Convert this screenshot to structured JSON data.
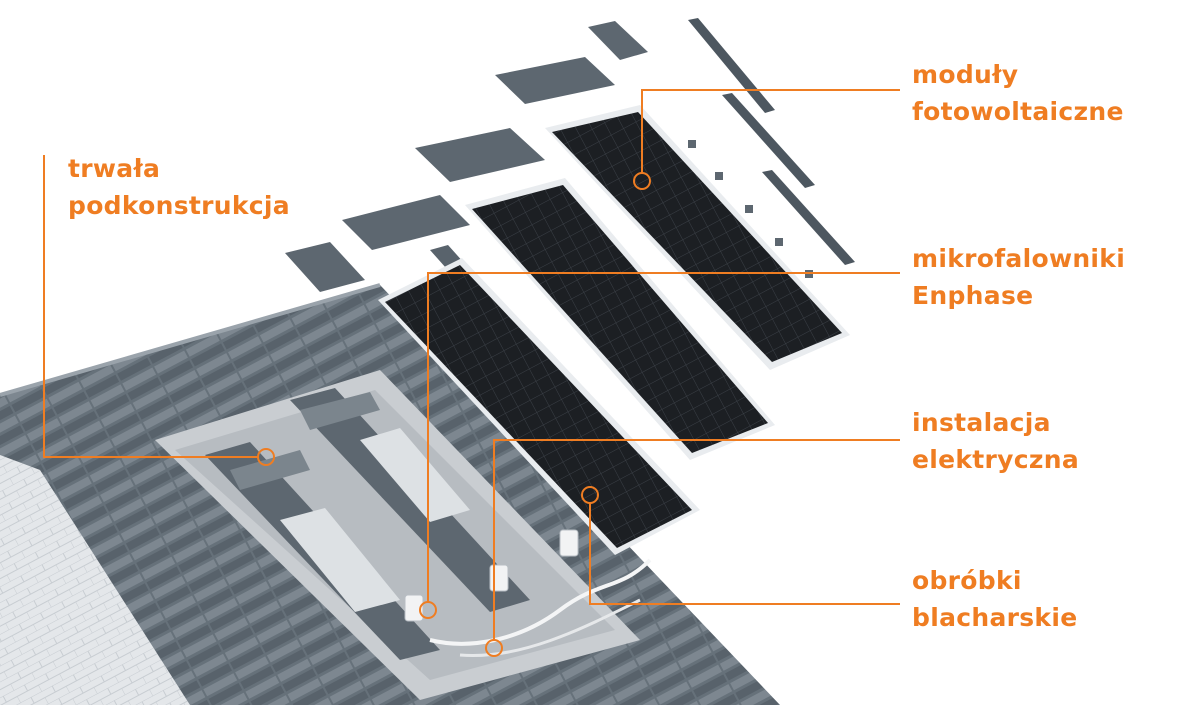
{
  "colors": {
    "accent": "#ef7d22",
    "tile_dark": "#5a646d",
    "tile_mid": "#78838c",
    "tile_light": "#9aa3ab",
    "panel": "#1d2024",
    "panel_grid": "#3a3f45",
    "frame": "#e9ecef",
    "membrane": "#c9cdd1"
  },
  "labels": {
    "podkonstrukcja": {
      "line1": "trwała",
      "line2": "podkonstrukcja"
    },
    "moduly": {
      "line1": "moduły",
      "line2": "fotowoltaiczne"
    },
    "mikrofalowniki": {
      "line1": "mikrofalowniki",
      "line2": "Enphase"
    },
    "instalacja": {
      "line1": "instalacja",
      "line2": "elektryczna"
    },
    "obrobki": {
      "line1": "obróbki",
      "line2": "blacharskie"
    }
  }
}
